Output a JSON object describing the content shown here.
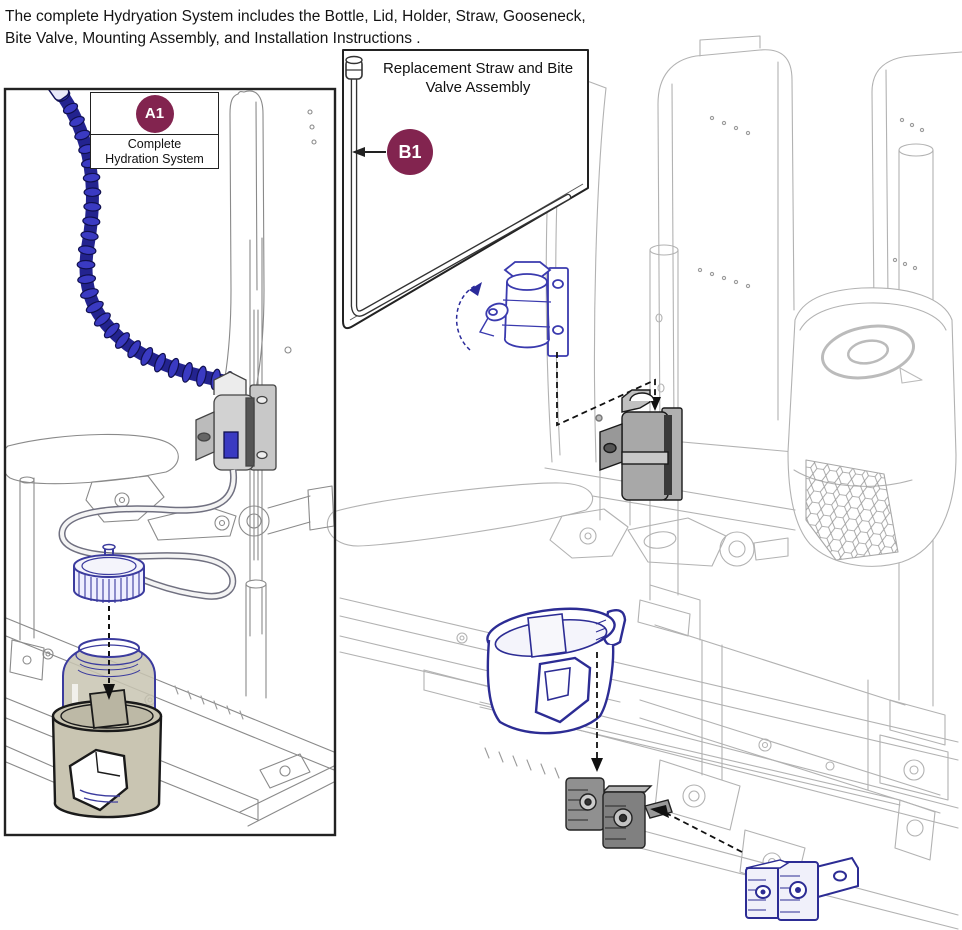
{
  "intro": {
    "line1": "The complete Hydryation System includes the Bottle, Lid, Holder, Straw, Gooseneck,",
    "line2": "Bite Valve, Mounting Assembly, and Installation Instructions ."
  },
  "callouts": {
    "a1": {
      "badge": "A1",
      "label_line1": "Complete",
      "label_line2": "Hydration System"
    },
    "b1": {
      "badge": "B1",
      "label": "Replacement Straw and Bite Valve Assembly"
    }
  },
  "colors": {
    "badge_maroon": "#82244F",
    "part_blue": "#32329E",
    "part_blue_fill": "#3A3AC2",
    "line_gray_left": "#8A8A8A",
    "line_gray_right": "#B2B2B2",
    "dark_clamp_gray": "#9A9A9A",
    "bottle_tan": "#C9C5B2"
  }
}
